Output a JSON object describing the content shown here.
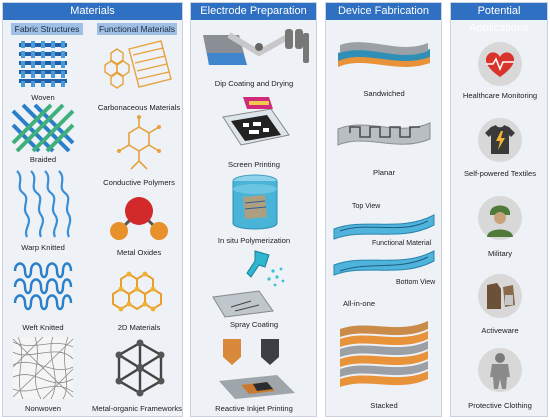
{
  "panels": {
    "materials": {
      "title": "Materials",
      "fabric_header": "Fabric Structures",
      "functional_header": "Functional Materials",
      "fabric": [
        "Woven",
        "Braided",
        "Warp Knitted",
        "Weft Knitted",
        "Nonwoven"
      ],
      "functional": [
        "Carbonaceous Materials",
        "Conductive Polymers",
        "Metal Oxides",
        "2D Materials",
        "Metal-organic Frameworks"
      ]
    },
    "electrode": {
      "title": "Electrode Preparation",
      "items": [
        "Dip Coating and Drying",
        "Screen Printing",
        "In situ Polymerization",
        "Spray Coating",
        "Reactive Inkjet Printing"
      ]
    },
    "device": {
      "title": "Device Fabrication",
      "items": [
        "Sandwiched",
        "Planar",
        "All-in-one",
        "Stacked"
      ],
      "annotations": [
        "Top View",
        "Functional Material",
        "Bottom View"
      ]
    },
    "applications": {
      "title": "Potential Applications",
      "items": [
        "Healthcare Monitoring",
        "Self-powered Textiles",
        "Military",
        "Activeware",
        "Protective Clothing"
      ]
    }
  },
  "colors": {
    "header": "#2f70c2",
    "subheader": "#9fc0e4",
    "panel_bg": "#eef1f5",
    "accent_orange": "#f0a030",
    "fabric_blue": "#2a7fc9"
  }
}
